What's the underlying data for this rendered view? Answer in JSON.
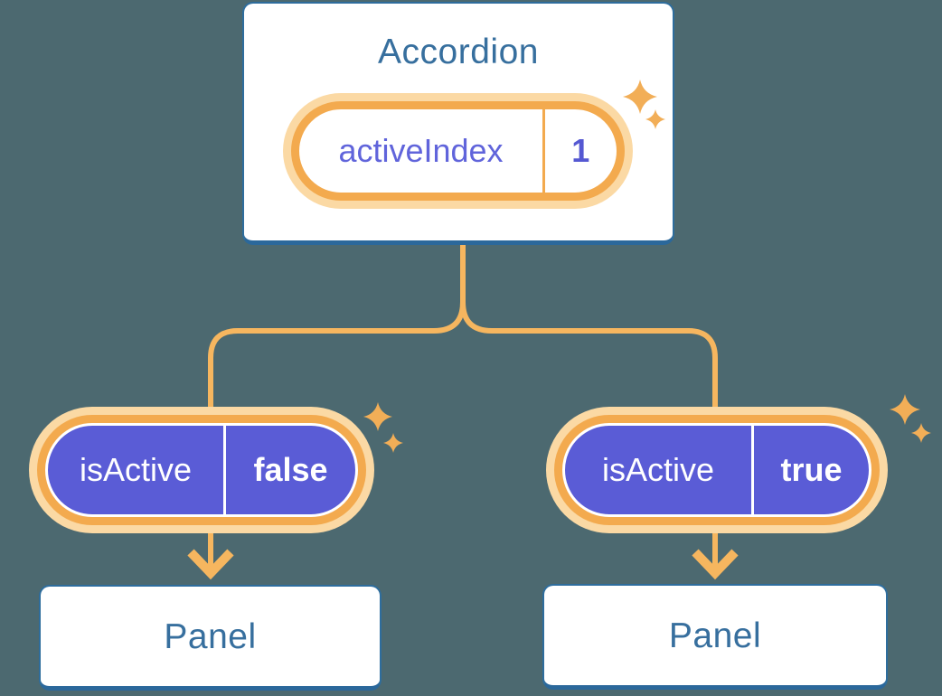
{
  "accordion": {
    "title": "Accordion",
    "state_pill": {
      "label": "activeIndex",
      "value": "1"
    }
  },
  "left_branch": {
    "prop_pill": {
      "label": "isActive",
      "value": "false"
    },
    "panel": {
      "title": "Panel"
    }
  },
  "right_branch": {
    "prop_pill": {
      "label": "isActive",
      "value": "true"
    },
    "panel": {
      "title": "Panel"
    }
  },
  "icons": {
    "sparkle": "four-point-star-sparkle",
    "arrowhead": "down-arrow-chevron"
  },
  "colors": {
    "background": "#4C6970",
    "card_fill": "#FFFFFF",
    "card_border_blue": "#2E6D9D",
    "heading_blue": "#376F9E",
    "connector_orange": "#F6B65F",
    "ring_orange": "#F3AA4E",
    "ring_glow_light_orange": "#FBD9A4",
    "sparkle_orange": "#F2AE57",
    "prop_pill_purple": "#5A5CD6",
    "state_text_purple": "#6064DB",
    "state_value_purple": "#5558D2",
    "pill_text_white": "#FFFFFF"
  }
}
